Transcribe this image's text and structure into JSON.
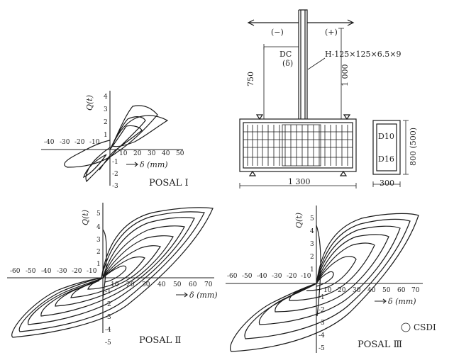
{
  "panels": {
    "p1": {
      "title": "POSAL Ⅰ",
      "xlabel": "δ (mm)",
      "ylabel": "Q(t)",
      "xticks_neg": [
        "-40",
        "-30",
        "-20",
        "-10"
      ],
      "xticks_pos": [
        "10",
        "20",
        "30",
        "40",
        "50"
      ],
      "yticks_pos": [
        "1",
        "2",
        "3",
        "4"
      ],
      "yticks_neg": [
        "-1",
        "-2",
        "-3"
      ]
    },
    "p2": {
      "title": "POSAL Ⅱ",
      "xlabel": "δ (mm)",
      "ylabel": "Q(t)",
      "xticks_neg": [
        "-60",
        "-50",
        "-40",
        "-30",
        "-20",
        "-10"
      ],
      "xticks_pos": [
        "10",
        "20",
        "30",
        "40",
        "50",
        "60",
        "70"
      ],
      "yticks_pos": [
        "1",
        "2",
        "3",
        "4",
        "5"
      ],
      "yticks_neg": [
        "-1",
        "-2",
        "-3",
        "-4",
        "-5"
      ]
    },
    "p3": {
      "title": "POSAL Ⅲ",
      "xlabel": "δ (mm)",
      "ylabel": "Q(t)",
      "xticks_neg": [
        "-60",
        "-50",
        "-40",
        "-30",
        "-20",
        "-10"
      ],
      "xticks_pos": [
        "10",
        "20",
        "30",
        "40",
        "50",
        "60",
        "70"
      ],
      "yticks_pos": [
        "1",
        "2",
        "3",
        "4",
        "5"
      ],
      "yticks_neg": [
        "-1",
        "-2",
        "-3",
        "-4",
        "-5"
      ]
    }
  },
  "specimen": {
    "dir_neg": "(−)",
    "dir_pos": "(+)",
    "gauge_label": "DC",
    "gauge_sub": "(δ)",
    "column_label": "H-125×125×6.5×9",
    "dim_750": "750",
    "dim_1000": "1 000",
    "dim_1300": "1 300",
    "dim_800": "800 (500)",
    "dim_300": "300",
    "rebar_a": "D10",
    "rebar_b": "D16"
  },
  "watermark": "CSDI"
}
